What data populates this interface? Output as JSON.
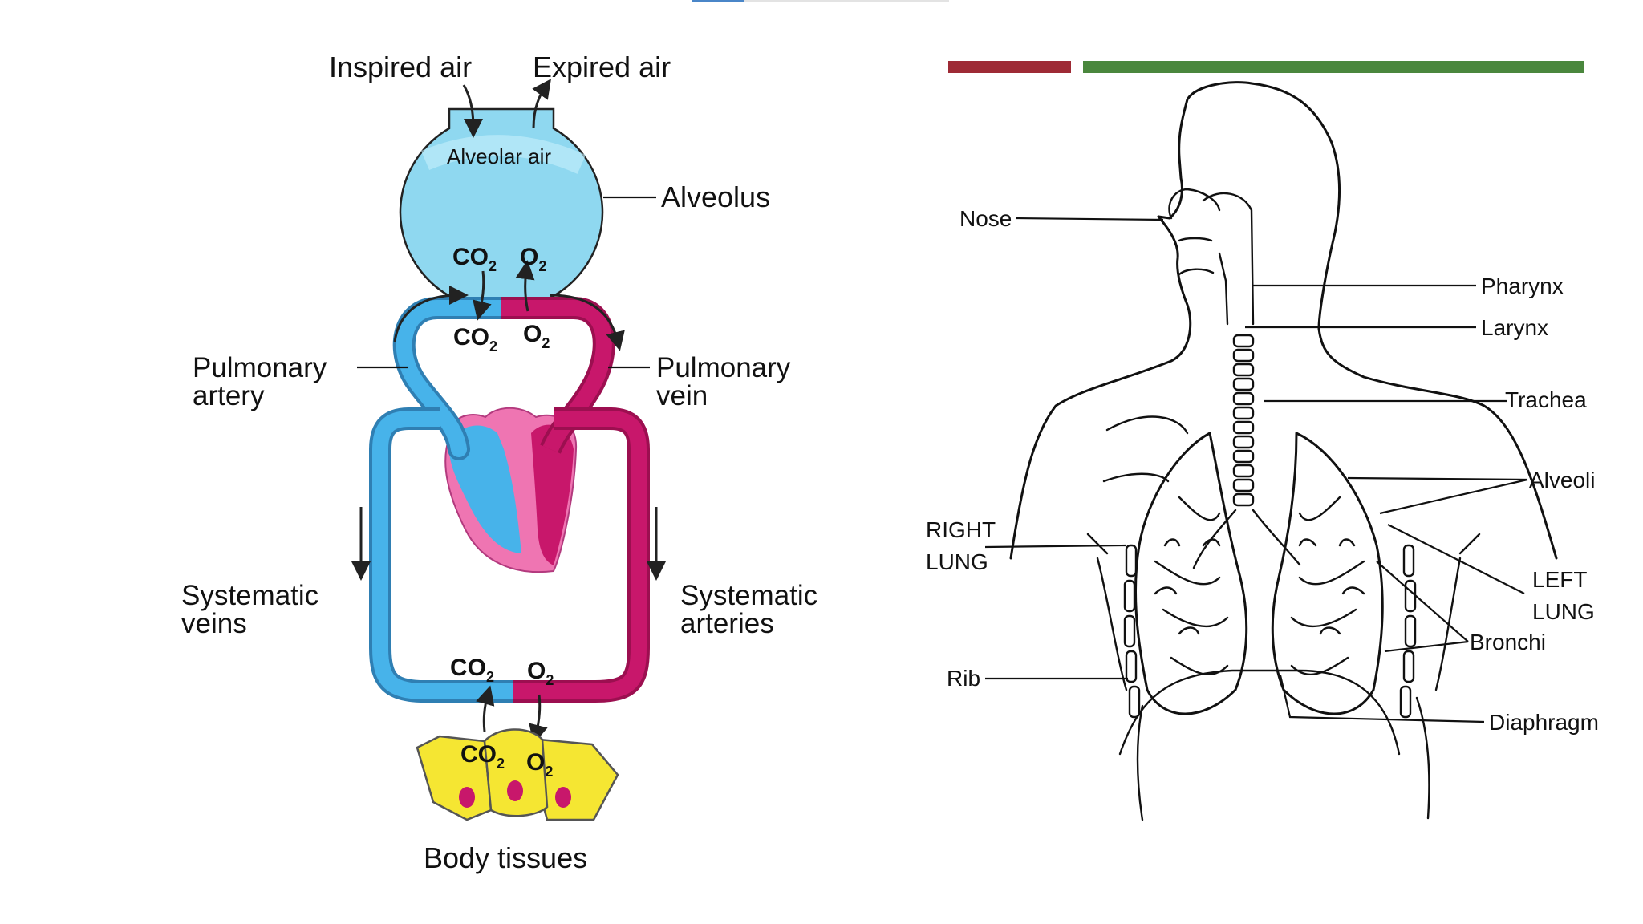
{
  "accent": {
    "red_bar": "#9e2a35",
    "green_bar": "#4a873d",
    "tab": "#4a86c8",
    "blue": "#47b3ea",
    "magenta": "#c8176b",
    "yellow": "#f5e632",
    "alveolus": "#8fd8f0"
  },
  "circulation": {
    "inspired_air": "Inspired air",
    "expired_air": "Expired air",
    "alveolar_air": "Alveolar air",
    "alveolus": "Alveolus",
    "gas_co2": "CO",
    "gas_o2": "O",
    "subscript": "2",
    "pulmonary_artery_1": "Pulmonary",
    "pulmonary_artery_2": "artery",
    "pulmonary_vein_1": "Pulmonary",
    "pulmonary_vein_2": "vein",
    "systematic_veins_1": "Systematic",
    "systematic_veins_2": "veins",
    "systematic_arteries_1": "Systematic",
    "systematic_arteries_2": "arteries",
    "body_tissues": "Body tissues"
  },
  "respiratory": {
    "nose": "Nose",
    "pharynx": "Pharynx",
    "larynx": "Larynx",
    "trachea": "Trachea",
    "alveoli": "Alveoli",
    "right_lung_1": "RIGHT",
    "right_lung_2": "LUNG",
    "left_lung_1": "LEFT",
    "left_lung_2": "LUNG",
    "bronchi": "Bronchi",
    "rib": "Rib",
    "diaphragm": "Diaphragm"
  }
}
